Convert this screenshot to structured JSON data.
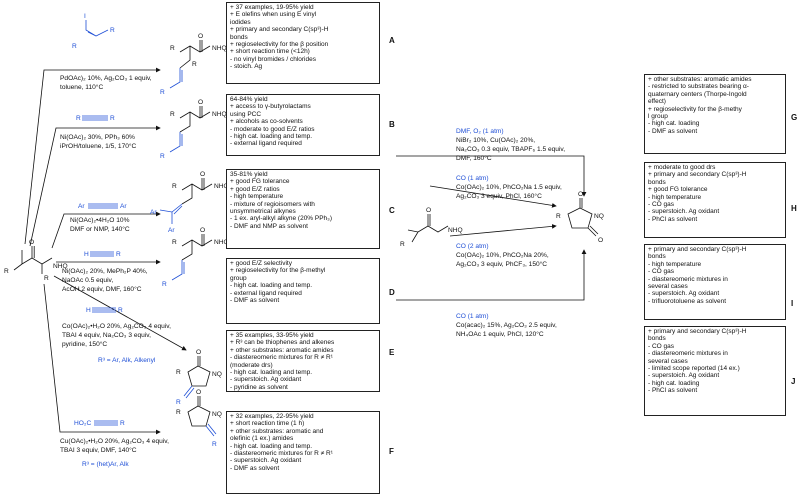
{
  "start_label": "NHQ",
  "start_r1": "R",
  "start_r2": "R",
  "reactions": [
    {
      "id": "A",
      "reagent_line": "R",
      "conditions": [
        "PdOAc)₂ 10%, Ag₂CO₃ 1 equiv,",
        "toluene, 110°C"
      ],
      "notes": [
        "+ 37 examples, 19-95% yield",
        "+ E olefins when using E vinyl",
        "  iodides",
        "+ primary and secondary C(sp³)-H",
        "  bonds",
        "+ regioselectivity for the β position",
        "+ short reaction time (<12h)",
        "- no vinyl bromides / chlorides",
        "- stoich. Ag"
      ]
    },
    {
      "id": "B",
      "reagent_line": "R",
      "conditions": [
        "Ni(OAc)₂ 30%, PPh₃ 60%",
        "iPrOH/toluene, 1/5, 170°C"
      ],
      "notes": [
        "64-84% yield",
        "+ access to γ-butyrolactams",
        "  using PCC",
        "+ alcohols as co-solvents",
        "- moderate to good E/Z ratios",
        "- high cat. loading and temp.",
        "- external ligand required"
      ]
    },
    {
      "id": "C",
      "reagent_line": "Ar",
      "conditions": [
        "Ni(OAc)₂•4H₂O 10%",
        "DMF or NMP, 140°C"
      ],
      "notes": [
        "35-81% yield",
        "+ good FG tolerance",
        "+ good E/Z ratios",
        "- high temperature",
        "- mixture of regioisomers with",
        "  unsymmetrical alkynes",
        "- 1 ex. aryl-alkyl alkyne (20% PPh₃)",
        "- DMF and NMP as solvent"
      ]
    },
    {
      "id": "D",
      "reagent_line": "H",
      "conditions": [
        "Ni(OAc)₂ 20%, MePh₂P 40%,",
        "NaOAc 0.5 equiv,",
        "AcOH 2 equiv, DMF, 160°C"
      ],
      "notes": [
        "+ good E/Z selectivity",
        "+ regioselectivity for the β-methyl",
        "  group",
        "- high cat. loading and temp.",
        "- external ligand required",
        "- DMF as solvent"
      ]
    },
    {
      "id": "E",
      "reagent_line": "H",
      "conditions": [
        "Co(OAc)₂•H₂O 20%, Ag₂CO₃ 4 equiv,",
        "TBAI 4 equiv, Na₂CO₃ 3 equiv,",
        "pyridine, 150°C"
      ],
      "r3_note": "R³ = Ar, Alk, Alkenyl",
      "notes": [
        "+ 35 examples, 33-95% yield",
        "+ R³ can be thiophenes and alkenes",
        "+ other substrates: aromatic amides",
        "- diastereomeric mixtures for R ≠ R¹",
        "  (moderate drs)",
        "- high cat. loading and temp.",
        "- superstoich. Ag oxidant",
        "- pyridine as solvent"
      ]
    },
    {
      "id": "F",
      "reagent_line": "HO₂C",
      "conditions": [
        "Cu(OAc)₂•H₂O 20%, Ag₂CO₃ 4 equiv,",
        "TBAI 3 equiv, DMF, 140°C"
      ],
      "r3_note": "R³ = (het)Ar, Alk",
      "notes": [
        "+ 32 examples, 22-95% yield",
        "+ short reaction time (1 h)",
        "+ other substrates: aromatic and",
        "  olefinic (1 ex.) amides",
        "- high cat. loading and temp.",
        "- diastereomeric mixtures for R ≠ R¹",
        "- superstoich. Ag oxidant",
        "- DMF as solvent"
      ]
    },
    {
      "id": "G",
      "gas": "DMF, O₂ (1 atm)",
      "conditions": [
        "NiBr₂ 10%, Cu(OAc)₂ 20%,",
        "Na₂CO₃ 0.3 equiv, TBAPF₆ 1.5 equiv,",
        "DMF, 160°C"
      ],
      "notes": [
        "+ other substrates: aromatic amides",
        "- restricted to substrates bearing α-",
        "  quaternary centers (Thorpe-Ingold",
        "  effect)",
        "+ regioselectivity for the β-methy",
        "  l group",
        "- high cat. loading",
        "- DMF as solvent"
      ]
    },
    {
      "id": "H",
      "gas": "CO (1 atm)",
      "conditions": [
        "Co(OAc)₂ 10%, PhCO₂Na 1.5 equiv,",
        "Ag₂CO₃ 3 equiv, PhCl, 160°C"
      ],
      "notes": [
        "+ moderate to good drs",
        "+ primary and secondary C(sp³)-H",
        "  bonds",
        "+ good FG tolerance",
        "- high temperature",
        "- CO gas",
        "- superstoich. Ag oxidant",
        "- PhCl as solvent"
      ]
    },
    {
      "id": "I",
      "gas": "CO (2 atm)",
      "conditions": [
        "Co(OAc)₂ 10%, PhCO₂Na 20%,",
        "Ag₂CO₃ 3 equiv, PhCF₃, 150°C"
      ],
      "notes": [
        "+ primary and secondary C(sp³)-H",
        "  bonds",
        "- high temperature",
        "- CO gas",
        "- diastereomeric mixtures in",
        "  several cases",
        "- superstoich. Ag oxidant",
        "- trifluorotoluene as solvent"
      ]
    },
    {
      "id": "J",
      "gas": "CO (1 atm)",
      "conditions": [
        "Co(acac)₂ 15%, Ag₂CO₃ 2.5 equiv,",
        "NH₄OAc 1 equiv, PhCl, 120°C"
      ],
      "notes": [
        "+ primary and secondary C(sp³)-H",
        "  bonds",
        "- CO gas",
        "- diastereomeric mixtures in",
        "  several cases",
        "- limited scope reported (14 ex.)",
        "- superstoich. Ag oxidant",
        "- high cat. loading",
        "- PhCl as solvent"
      ]
    }
  ],
  "right_start_label": "NHQ",
  "right_product_label": "NQ",
  "letters": [
    "A",
    "B",
    "C",
    "D",
    "E",
    "F",
    "G",
    "H",
    "I",
    "J"
  ]
}
